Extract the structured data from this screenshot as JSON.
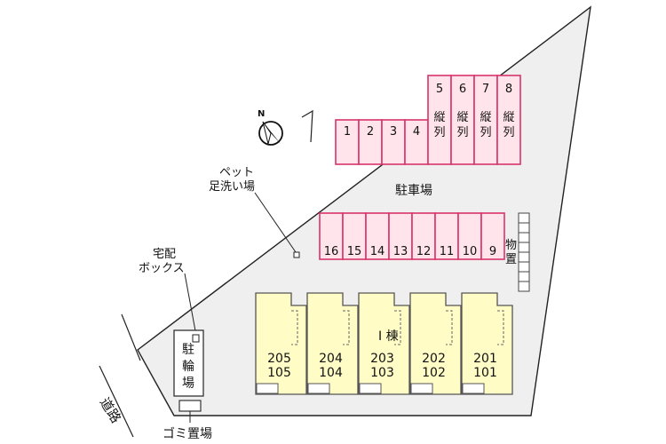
{
  "road": {
    "label": "道路"
  },
  "compass": {
    "north": "N"
  },
  "parking": {
    "label": "駐車場",
    "top_row": [
      "1",
      "2",
      "3",
      "4"
    ],
    "tandem_row": [
      {
        "num": "5",
        "note": "縦列"
      },
      {
        "num": "6",
        "note": "縦列"
      },
      {
        "num": "7",
        "note": "縦列"
      },
      {
        "num": "8",
        "note": "縦列"
      }
    ],
    "bottom_row": [
      "16",
      "15",
      "14",
      "13",
      "12",
      "11",
      "10",
      "9"
    ]
  },
  "facilities": {
    "pet_wash": "ペット\n足洗い場",
    "delivery_box": "宅配\nボックス",
    "bicycle_parking": "駐\n輪\n場",
    "garbage": "ゴミ置場",
    "storage": "物置"
  },
  "building": {
    "label": "I 棟",
    "units": [
      {
        "upper": "205",
        "lower": "105"
      },
      {
        "upper": "204",
        "lower": "104"
      },
      {
        "upper": "203",
        "lower": "103"
      },
      {
        "upper": "202",
        "lower": "102"
      },
      {
        "upper": "201",
        "lower": "101"
      }
    ]
  },
  "colors": {
    "lot": "#efefef",
    "stall_fill": "#ffe4ec",
    "stall_stroke": "#d8346c",
    "unit_fill": "#fffcc6"
  }
}
